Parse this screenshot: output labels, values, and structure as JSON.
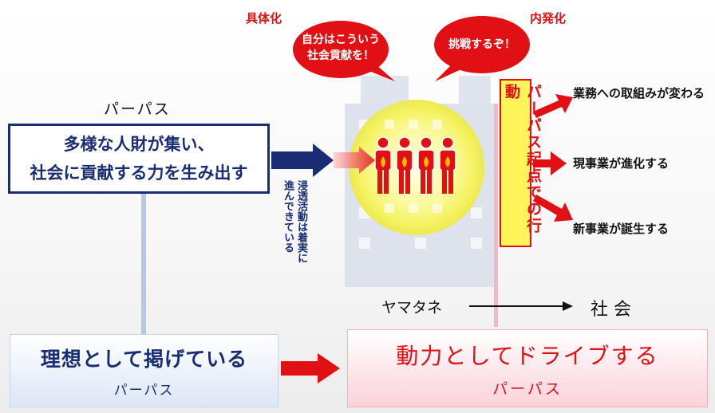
{
  "labels": {
    "concretize": "具体化",
    "internalize": "内発化",
    "purpose_title": "パーパス",
    "yamatane": "ヤマタネ",
    "society": "社 会"
  },
  "purpose_box": {
    "line1": "多様な人財が集い、",
    "line2": "社会に貢献する力を生み出す"
  },
  "bubbles": {
    "left_line1": "自分はこういう",
    "left_line2": "社会貢献を！",
    "right": "挑戦するぞ！"
  },
  "penetration_text_line1": "浸透活動は着実に",
  "penetration_text_line2": "進んできている",
  "purpose_action": "パーパス起点での行動",
  "outcomes": [
    "業務への取組みが変わる",
    "現事業が進化する",
    "新事業が誕生する"
  ],
  "ideal_box": {
    "main": "理想として掲げている",
    "sub": "パーパス"
  },
  "drive_box": {
    "main": "動力としてドライブする",
    "sub": "パーパス"
  },
  "colors": {
    "navy": "#1a2d74",
    "red": "#e01014",
    "yellow": "#fff45a",
    "light_blue": "#b8c6e6",
    "pink": "#fbd2da"
  }
}
